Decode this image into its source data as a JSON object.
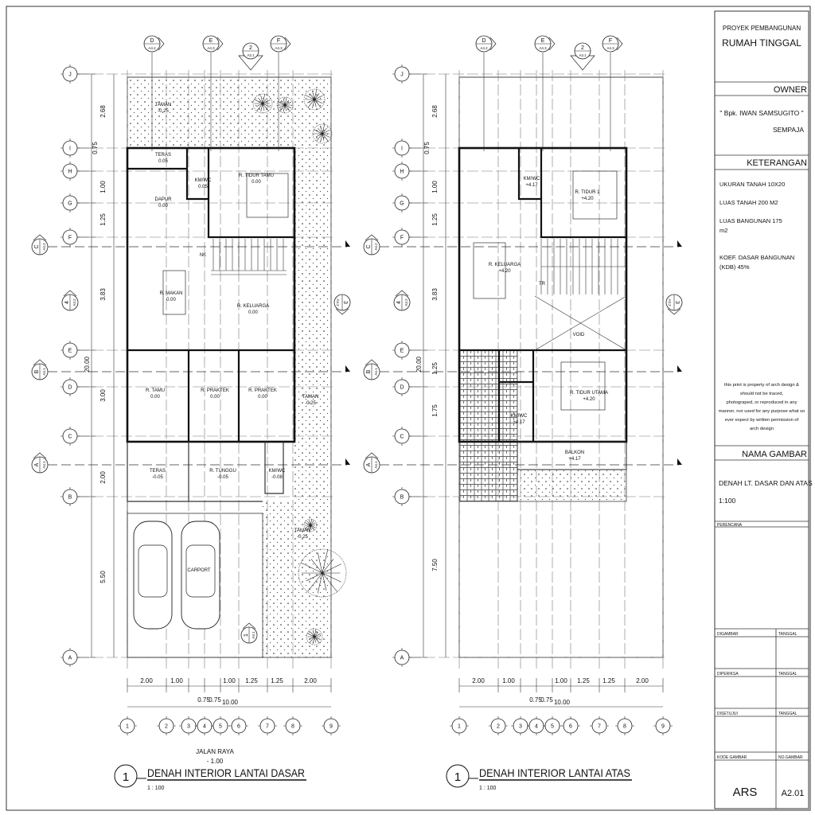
{
  "title_block": {
    "project_label": "PROYEK PEMBANGUNAN",
    "project_name": "RUMAH TINGGAL",
    "owner_header": "OWNER",
    "owner_name": "\" Bpk. IWAN SAMSUGITO \"",
    "owner_location": "SEMPAJA",
    "keterangan_header": "KETERANGAN",
    "keterangan": [
      "UKURAN TANAH 10X20",
      "LUAS TANAH 200 M2",
      "LUAS BANGUNAN 175",
      "m2",
      "KOEF. DASAR BANGUNAN",
      "(KDB) 45%"
    ],
    "disclaimer": [
      "this print is property of arch design &",
      "should not be traced,",
      "photograped, or reproduced in any",
      "manner, nor used for any purpose what so",
      "ever expect by written permission of",
      "arch design"
    ],
    "nama_gambar_header": "NAMA GAMBAR",
    "nama_gambar": "DENAH LT. DASAR DAN ATAS",
    "nama_gambar_scale": "1:100",
    "perencana": "PERENCANA",
    "digambar": "DIGAMBAR",
    "diperiksa": "DIPERIKSA",
    "disetujui": "DISETUJUI",
    "tanggal": "TANGGAL",
    "kode_gambar_label": "KODE GAMBAR",
    "no_gambar_label": "NO.GAMBAR",
    "kode_gambar": "ARS",
    "no_gambar": "A2.01"
  },
  "grid": {
    "columns": [
      "1",
      "2",
      "3",
      "4",
      "5",
      "6",
      "7",
      "8",
      "9"
    ],
    "rows": [
      "J",
      "I",
      "H",
      "G",
      "F",
      "E",
      "D",
      "C",
      "B",
      "A"
    ]
  },
  "markers": {
    "top": [
      {
        "letter": "D",
        "sheet": "A4.2"
      },
      {
        "letter": "E",
        "sheet": "A4.3"
      },
      {
        "letter": "2",
        "sheet": "A3.1"
      },
      {
        "letter": "F",
        "sheet": "A4.3"
      }
    ],
    "left": [
      {
        "letter": "C",
        "sheet": "A4.2"
      },
      {
        "letter": "4",
        "sheet": "A3.2"
      },
      {
        "letter": "B",
        "sheet": "A4.1"
      },
      {
        "letter": "A",
        "sheet": "A4.1"
      }
    ],
    "right": {
      "letter": "3",
      "sheet": "A3.2"
    },
    "carport": {
      "letter": "1",
      "sheet": "A3.1"
    }
  },
  "plans": [
    {
      "title": "DENAH INTERIOR LANTAI DASAR",
      "number": "1",
      "scale": "1 : 100",
      "street_label": "JALAN RAYA",
      "street_level": "- 1.00",
      "rooms": [
        {
          "name": "TAMAN",
          "level": "-0.25"
        },
        {
          "name": "TERAS",
          "level": "0.05"
        },
        {
          "name": "KM/WC",
          "level": "0.05"
        },
        {
          "name": "R. TIDUR TAMU",
          "level": "0.00"
        },
        {
          "name": "DAPUR",
          "level": "0.00"
        },
        {
          "name": "NK",
          "level": ""
        },
        {
          "name": "R. MAKAN",
          "level": "0.00"
        },
        {
          "name": "R. KELUARGA",
          "level": "0.00"
        },
        {
          "name": "R. TAMU",
          "level": "0.00"
        },
        {
          "name": "R. PRAKTEK",
          "level": "0.00"
        },
        {
          "name": "R. PRAKTEK",
          "level": "0.00"
        },
        {
          "name": "TAMAN",
          "level": "-0.25"
        },
        {
          "name": "TERAS",
          "level": "-0.05"
        },
        {
          "name": "R. TUNGGU",
          "level": "-0.05"
        },
        {
          "name": "KM/WC",
          "level": "-0.08"
        },
        {
          "name": "TAMAN",
          "level": "-0.25"
        },
        {
          "name": "CARPORT",
          "level": ""
        }
      ],
      "dims_horizontal": [
        "2.00",
        "1.00",
        "0.75",
        "0.75",
        "1.00",
        "1.25",
        "1.25",
        "2.00"
      ],
      "dim_total_horizontal": "10.00",
      "dims_vertical": [
        "2.68",
        "0.75",
        "1.00",
        "1.25",
        "3.83",
        "3.00",
        "2.00",
        "5.50"
      ],
      "dim_total_vertical": "20.00"
    },
    {
      "title": "DENAH INTERIOR LANTAI ATAS",
      "number": "1",
      "scale": "1 : 100",
      "rooms": [
        {
          "name": "KM/WC",
          "level": "+4.17"
        },
        {
          "name": "R. TIDUR 1",
          "level": "+4.20"
        },
        {
          "name": "R. KELUARGA",
          "level": "+4.20"
        },
        {
          "name": "TR",
          "level": ""
        },
        {
          "name": "VOID",
          "level": ""
        },
        {
          "name": "R. TIDUR UTAMA",
          "level": "+4.20"
        },
        {
          "name": "KM/WC",
          "level": "+4.17"
        },
        {
          "name": "BALKON",
          "level": "+4.17"
        }
      ],
      "dims_horizontal": [
        "2.00",
        "1.00",
        "0.75",
        "0.75",
        "1.00",
        "1.25",
        "1.25",
        "2.00"
      ],
      "dim_total_horizontal": "10.00",
      "dims_vertical": [
        "2.68",
        "0.75",
        "1.00",
        "1.25",
        "3.83",
        "1.25",
        "1.75",
        "7.50"
      ],
      "dim_total_vertical": "20.00"
    }
  ]
}
